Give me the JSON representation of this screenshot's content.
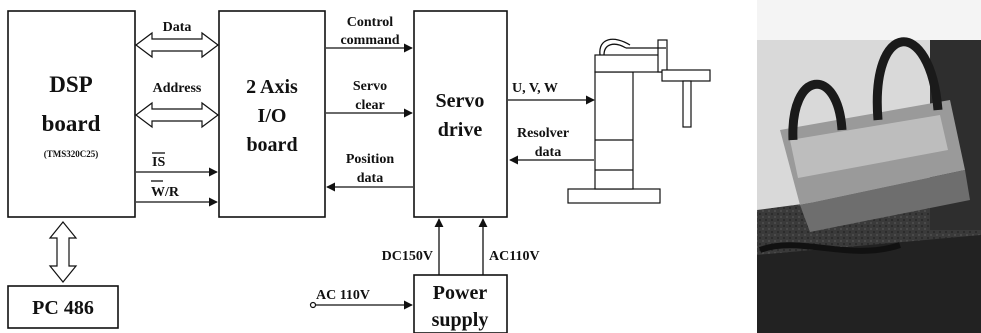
{
  "dsp_board": {
    "title_line1": "DSP",
    "title_line2": "board",
    "subtitle": "(TMS320C25)"
  },
  "io_board": {
    "line1": "2 Axis",
    "line2": "I/O",
    "line3": "board"
  },
  "servo_drive": {
    "line1": "Servo",
    "line2": "drive"
  },
  "pc": {
    "label": "PC 486"
  },
  "power_supply": {
    "line1": "Power",
    "line2": "supply"
  },
  "bus_labels": {
    "data": "Data",
    "address": "Address",
    "is_signal": "IS",
    "wr_signal": "W/R"
  },
  "io_servo_labels": {
    "control_line1": "Control",
    "control_line2": "command",
    "servo_line1": "Servo",
    "servo_line2": "clear",
    "position_line1": "Position",
    "position_line2": "data"
  },
  "robot_labels": {
    "uvw": "U, V, W",
    "resolver_line1": "Resolver",
    "resolver_line2": "data"
  },
  "power_labels": {
    "dc150": "DC150V",
    "ac110_out": "AC110V",
    "ac110_in": "AC 110V"
  }
}
